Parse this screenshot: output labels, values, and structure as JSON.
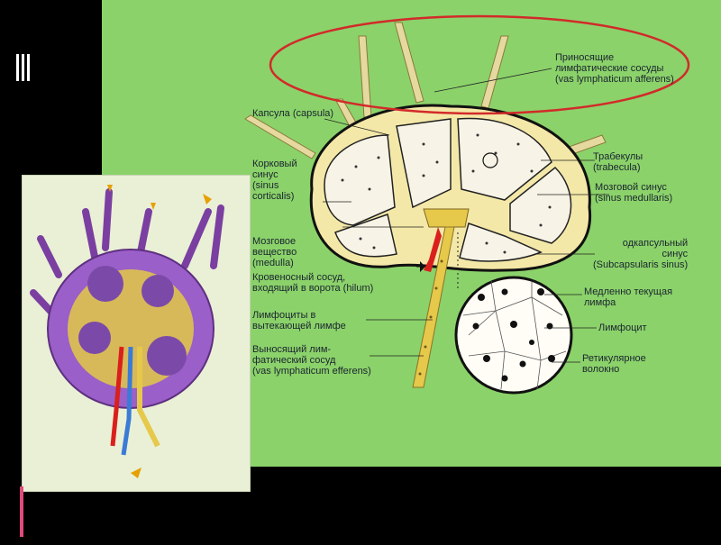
{
  "colors": {
    "background": "#000000",
    "panel": "#8bd26a",
    "node_fill": "#f4e8a8",
    "node_outline": "#111111",
    "highlight_ellipse": "#d22a2a",
    "vessel_yellow": "#e6c84a",
    "blood_red": "#d9201c",
    "inset_background": "#e9f0d6"
  },
  "labels": {
    "afferent": "Приносящие\nлимфатические сосуды\n(vas lymphaticum afferens)",
    "capsule": "Капсула (capsula)",
    "cortical_sinus": "Корковый\nсинус\n(sinus\ncorticalis)",
    "trabecula": "Трабекулы\n(trabecula)",
    "medullary_sinus": "Мозговой синус\n(sinus medullaris)",
    "medulla": "Мозговое\nвещество\n(medulla)",
    "subcapsular_sinus": "одкапсульный\nсинус\n(Subcapsularis sinus)",
    "blood_vessel": "Кровеносный сосуд,\nвходящий в ворота (hilum)",
    "slow_lymph": "Медленно текущая\nлимфа",
    "lymphocytes_in_lymph": "Лимфоциты в\nвытекающей лимфе",
    "lymphocytes": "Лимфоцит",
    "efferent": "Выносящий лим-\nфатический сосуд\n(vas lymphaticum efferens)",
    "reticular_fiber": "Ретикулярное\nволокно"
  },
  "icons": [
    "lymph-node-illustration",
    "flow-arrow-icon"
  ]
}
